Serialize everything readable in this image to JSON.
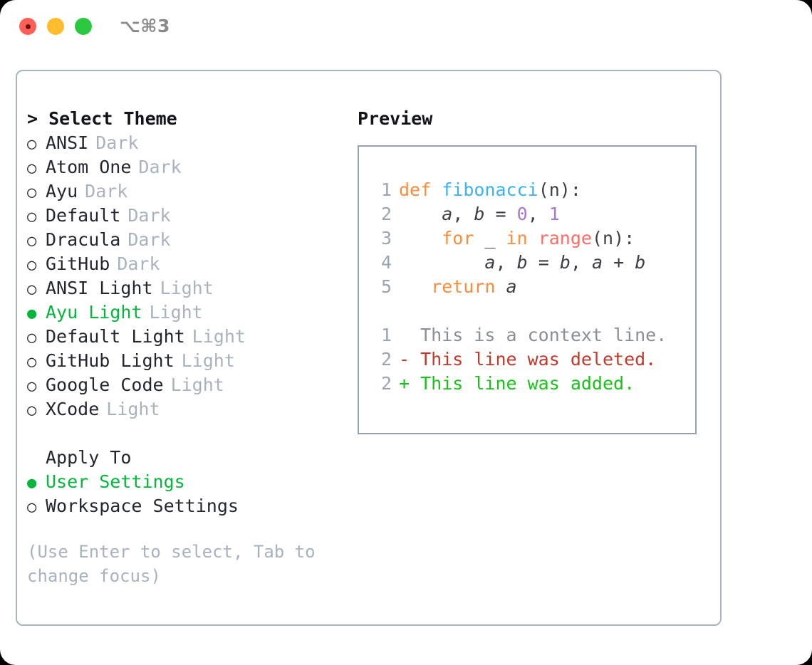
{
  "titlebar": {
    "shortcut": "⌥⌘3",
    "lights": [
      "close",
      "minimize",
      "maximize"
    ]
  },
  "theme_panel": {
    "header": "> Select Theme",
    "items": [
      {
        "marker": "○",
        "label": "ANSI",
        "tag": "Dark",
        "selected": false
      },
      {
        "marker": "○",
        "label": "Atom One",
        "tag": "Dark",
        "selected": false
      },
      {
        "marker": "○",
        "label": "Ayu",
        "tag": "Dark",
        "selected": false
      },
      {
        "marker": "○",
        "label": "Default",
        "tag": "Dark",
        "selected": false
      },
      {
        "marker": "○",
        "label": "Dracula",
        "tag": "Dark",
        "selected": false
      },
      {
        "marker": "○",
        "label": "GitHub",
        "tag": "Dark",
        "selected": false
      },
      {
        "marker": "○",
        "label": "ANSI Light",
        "tag": "Light",
        "selected": false
      },
      {
        "marker": "●",
        "label": "Ayu Light",
        "tag": "Light",
        "selected": true
      },
      {
        "marker": "○",
        "label": "Default Light",
        "tag": "Light",
        "selected": false
      },
      {
        "marker": "○",
        "label": "GitHub Light",
        "tag": "Light",
        "selected": false
      },
      {
        "marker": "○",
        "label": "Google Code",
        "tag": "Light",
        "selected": false
      },
      {
        "marker": "○",
        "label": "XCode",
        "tag": "Light",
        "selected": false
      }
    ]
  },
  "apply_to": {
    "header": "Apply To",
    "items": [
      {
        "marker": "●",
        "label": "User Settings",
        "selected": true
      },
      {
        "marker": "○",
        "label": "Workspace Settings",
        "selected": false
      }
    ]
  },
  "hint": "(Use Enter to select, Tab to change focus)",
  "preview": {
    "header": "Preview",
    "code_lines": [
      {
        "num": "1",
        "tokens": [
          {
            "t": "def",
            "c": "tok-kw"
          },
          {
            "t": " ",
            "c": "tok-pun"
          },
          {
            "t": "fibonacci",
            "c": "tok-fn"
          },
          {
            "t": "(n):",
            "c": "tok-pun"
          }
        ]
      },
      {
        "num": "2",
        "tokens": [
          {
            "t": "    ",
            "c": "tok-pun"
          },
          {
            "t": "a",
            "c": "tok-var"
          },
          {
            "t": ", ",
            "c": "tok-pun"
          },
          {
            "t": "b",
            "c": "tok-var"
          },
          {
            "t": " = ",
            "c": "tok-pun"
          },
          {
            "t": "0",
            "c": "tok-num"
          },
          {
            "t": ", ",
            "c": "tok-pun"
          },
          {
            "t": "1",
            "c": "tok-num"
          }
        ]
      },
      {
        "num": "3",
        "tokens": [
          {
            "t": "    ",
            "c": "tok-pun"
          },
          {
            "t": "for",
            "c": "tok-kw"
          },
          {
            "t": " _ ",
            "c": "tok-pun"
          },
          {
            "t": "in",
            "c": "tok-kw"
          },
          {
            "t": " ",
            "c": "tok-pun"
          },
          {
            "t": "range",
            "c": "tok-bi"
          },
          {
            "t": "(n):",
            "c": "tok-pun"
          }
        ]
      },
      {
        "num": "4",
        "tokens": [
          {
            "t": "        ",
            "c": "tok-pun"
          },
          {
            "t": "a",
            "c": "tok-var"
          },
          {
            "t": ", ",
            "c": "tok-pun"
          },
          {
            "t": "b",
            "c": "tok-var"
          },
          {
            "t": " = ",
            "c": "tok-pun"
          },
          {
            "t": "b",
            "c": "tok-var"
          },
          {
            "t": ", ",
            "c": "tok-pun"
          },
          {
            "t": "a",
            "c": "tok-var"
          },
          {
            "t": " + ",
            "c": "tok-pun"
          },
          {
            "t": "b",
            "c": "tok-var"
          }
        ]
      },
      {
        "num": "5",
        "tokens": [
          {
            "t": "   ",
            "c": "tok-pun"
          },
          {
            "t": "return",
            "c": "tok-kw"
          },
          {
            "t": " ",
            "c": "tok-pun"
          },
          {
            "t": "a",
            "c": "tok-var"
          }
        ]
      }
    ],
    "diff_lines": [
      {
        "num": "1",
        "sign": "  ",
        "text": "This is a context line.",
        "kind": "diff-ctx"
      },
      {
        "num": "2",
        "sign": "- ",
        "text": "This line was deleted.",
        "kind": "diff-del"
      },
      {
        "num": "2",
        "sign": "+ ",
        "text": "This line was added.",
        "kind": "diff-add"
      }
    ]
  },
  "colors": {
    "accent_green": "#06b53c",
    "tag_gray": "#a9b3bf",
    "border": "#aab3c0",
    "keyword_orange": "#fa8d3e",
    "function_blue": "#39b3f5",
    "number_purple": "#a37acc",
    "builtin_red": "#fa6e63",
    "diff_delete": "#c0392b",
    "diff_add": "#19c219"
  }
}
